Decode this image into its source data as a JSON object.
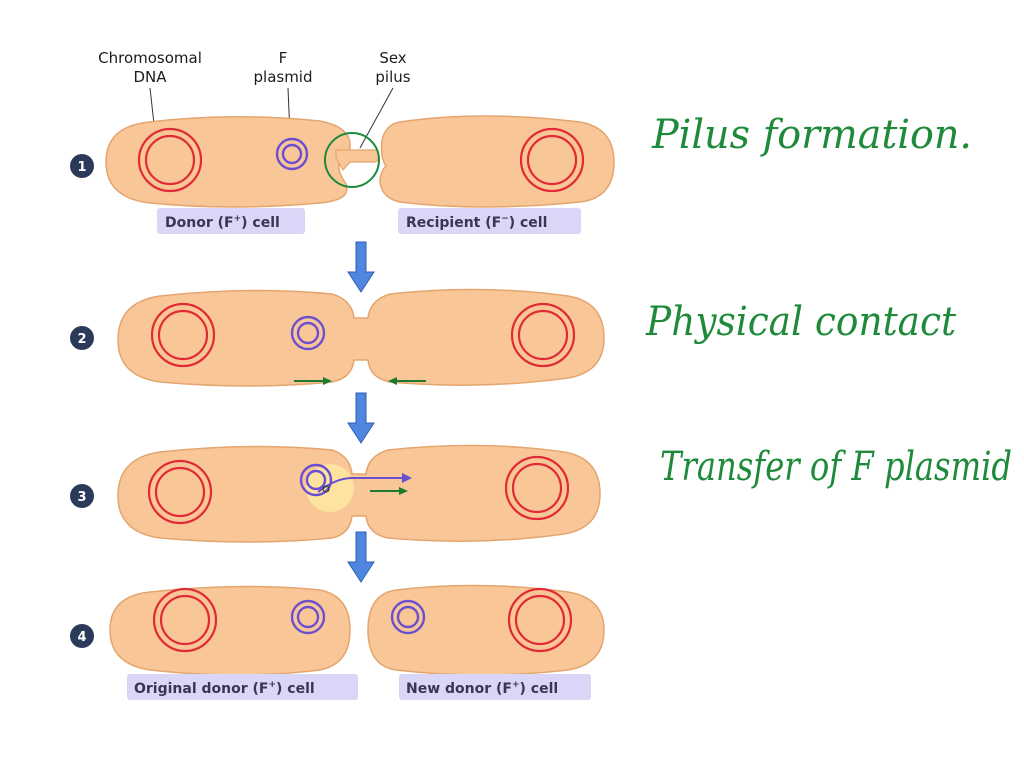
{
  "labels": {
    "chromosomal_dna_line1": "Chromosomal",
    "chromosomal_dna_line2": "DNA",
    "f_plasmid_line1": "F",
    "f_plasmid_line2": "plasmid",
    "sex_pilus_line1": "Sex",
    "sex_pilus_line2": "pilus"
  },
  "cell_labels": {
    "donor_pre": "Donor (F",
    "donor_sup": "+",
    "donor_post": ") cell",
    "recipient_pre": "Recipient (F",
    "recipient_sup": "−",
    "recipient_post": ") cell",
    "original_pre": "Original donor (F",
    "original_sup": "+",
    "original_post": ") cell",
    "new_pre": "New donor (F",
    "new_sup": "+",
    "new_post": ") cell"
  },
  "steps": [
    "1",
    "2",
    "3",
    "4"
  ],
  "notes": {
    "step1": "Pilus formation.",
    "step2": "Physical contact",
    "step3": "Transfer of F plasmid"
  },
  "colors": {
    "cell_fill": "#f9c797",
    "chromosome": "#e02a35",
    "plasmid": "#6a4fd0",
    "arrow_blue": "#4e86e0",
    "annotation_green": "#1e8a3a",
    "label_bg": "#d9d6f7"
  }
}
